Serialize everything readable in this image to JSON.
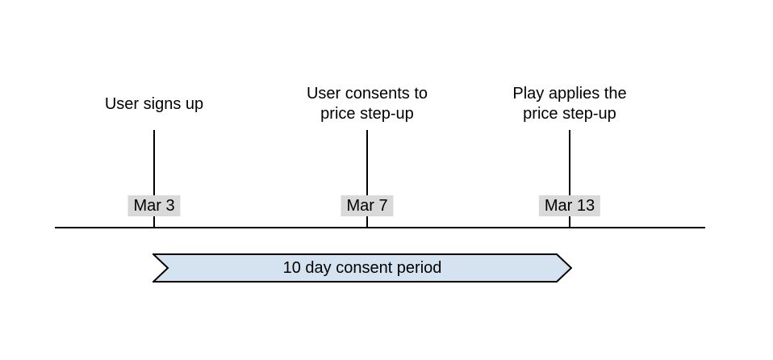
{
  "colors": {
    "background": "#ffffff",
    "line": "#000000",
    "text": "#000000",
    "date_label_bg": "#d9d9d9",
    "banner_fill": "#d5e3f1",
    "banner_border": "#000000"
  },
  "timeline": {
    "events": [
      {
        "label": "User signs up",
        "date": "Mar 3"
      },
      {
        "label": "User consents to\nprice step-up",
        "date": "Mar 7"
      },
      {
        "label": "Play applies the\nprice step-up",
        "date": "Mar 13"
      }
    ],
    "period_banner": {
      "label": "10 day consent period"
    }
  }
}
